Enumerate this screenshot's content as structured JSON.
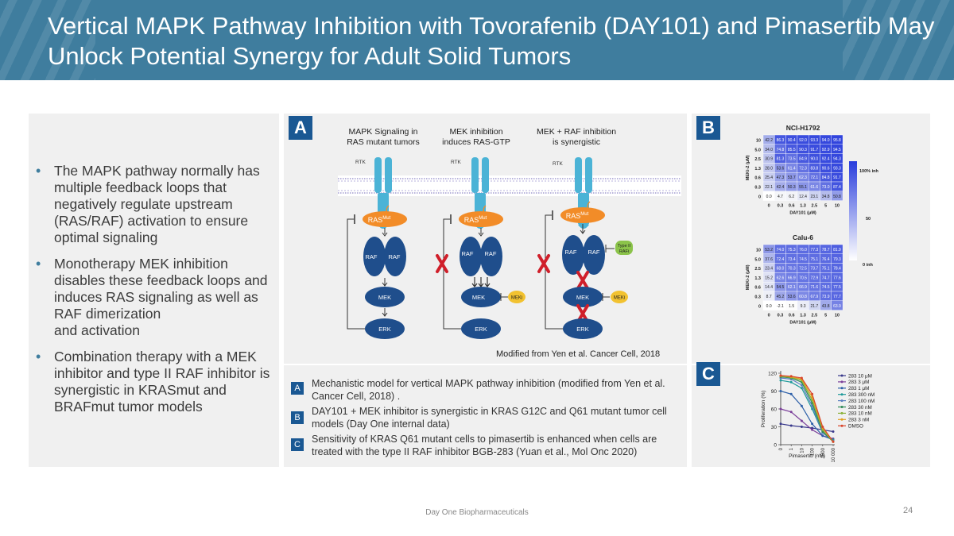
{
  "title": "Vertical MAPK Pathway Inhibition with Tovorafenib (DAY101) and Pimasertib May Unlock Potential Synergy for Adult Solid Tumors",
  "bullets": [
    "The MAPK pathway normally has multiple feedback loops that negatively regulate upstream (RAS/RAF) activation to ensure optimal signaling",
    "Monotherapy MEK inhibition disables these feedback loops and induces RAS signaling as well as RAF dimerization\nand activation",
    "Combination therapy with a MEK inhibitor and type II RAF inhibitor is synergistic in KRASmut and BRAFmut tumor models"
  ],
  "panel_a": {
    "badge": "A",
    "columns": [
      {
        "line1": "MAPK Signaling  in",
        "line2": "RAS mutant tumors"
      },
      {
        "line1": "MEK inhibition",
        "line2": "induces  RAS-GTP"
      },
      {
        "line1": "MEK + RAF inhibition",
        "line2": "is synergistic"
      }
    ],
    "labels": {
      "rtk": "RTK",
      "ras": "RAS",
      "ras_sup": "Mut",
      "raf": "RAF",
      "mek": "MEK",
      "erk": "ERK",
      "meki": "MEKi",
      "type2_line1": "Type II",
      "type2_line2": "RAFi"
    },
    "credit": "Modified from Yen et al. Cancer Cell, 2018"
  },
  "panel_b": {
    "badge": "B",
    "ylabel": "MEKi-2 (μM)",
    "xlabel": "DAY101 (μM)",
    "x_ticks": [
      "0",
      "0.3",
      "0.6",
      "1.3",
      "2.5",
      "5",
      "10"
    ],
    "y_ticks": [
      "10",
      "5.0",
      "2.5",
      "1.3",
      "0.6",
      "0.3",
      "0"
    ],
    "legend": {
      "top": "100% inh",
      "mid": "50",
      "bottom": "0 inh"
    },
    "heatmaps": [
      {
        "title": "NCI-H1792",
        "rows": [
          [
            "42.2",
            "86.3",
            "90.4",
            "92.0",
            "93.3",
            "94.0",
            "95.8"
          ],
          [
            "34.0",
            "74.8",
            "85.5",
            "90.3",
            "91.7",
            "92.9",
            "94.5"
          ],
          [
            "30.9",
            "81.3",
            "73.5",
            "84.9",
            "90.0",
            "92.4",
            "94.3"
          ],
          [
            "28.0",
            "53.6",
            "61.4",
            "72.3",
            "83.8",
            "90.6",
            "93.3"
          ],
          [
            "25.4",
            "47.3",
            "53.7",
            "62.3",
            "72.1",
            "84.8",
            "91.7"
          ],
          [
            "22.1",
            "42.4",
            "50.3",
            "55.1",
            "61.6",
            "73.0",
            "87.4"
          ],
          [
            "0.0",
            "4.7",
            "6.2",
            "12.4",
            "23.1",
            "34.8",
            "50.8"
          ]
        ]
      },
      {
        "title": "Calu-6",
        "rows": [
          [
            "53.2",
            "74.0",
            "75.3",
            "76.0",
            "77.3",
            "78.7",
            "81.9"
          ],
          [
            "37.6",
            "72.4",
            "73.4",
            "74.5",
            "75.1",
            "76.4",
            "79.3"
          ],
          [
            "23.4",
            "68.0",
            "70.3",
            "72.5",
            "73.7",
            "75.1",
            "78.4"
          ],
          [
            "15.2",
            "62.6",
            "66.9",
            "70.5",
            "72.9",
            "74.7",
            "77.6"
          ],
          [
            "14.4",
            "54.5",
            "62.1",
            "66.9",
            "71.6",
            "74.5",
            "77.5"
          ],
          [
            "8.7",
            "45.2",
            "53.6",
            "60.8",
            "67.9",
            "73.9",
            "77.7"
          ],
          [
            "0.0",
            "-2.1",
            "1.5",
            "9.3",
            "21.7",
            "43.8",
            "63.9"
          ]
        ]
      }
    ]
  },
  "captions": [
    {
      "badge": "A",
      "text": "Mechanistic model for vertical MAPK pathway inhibition (modified from Yen et al. Cancer Cell, 2018) ."
    },
    {
      "badge": "B",
      "text": "DAY101 + MEK inhibitor is synergistic in KRAS G12C and Q61 mutant tumor cell models (Day One internal data)"
    },
    {
      "badge": "C",
      "text": "Sensitivity of KRAS Q61 mutant cells to pimasertib is  enhanced when cells are treated with the type II RAF inhibitor BGB-283 (Yuan et al., Mol Onc 2020)"
    }
  ],
  "chart_data": {
    "type": "line",
    "title": "",
    "xlabel": "Pimasertib (nM)",
    "ylabel": "Proliferation (%)",
    "x": [
      "0",
      "1",
      "10",
      "100",
      "1000",
      "10 000"
    ],
    "ylim": [
      0,
      120
    ],
    "y_ticks": [
      "0",
      "30",
      "60",
      "90",
      "120"
    ],
    "series": [
      {
        "name": "283 10 μM",
        "color": "#3a3a8c",
        "values": [
          35,
          32,
          30,
          28,
          25,
          22
        ]
      },
      {
        "name": "283 3 μM",
        "color": "#7b3f9a",
        "values": [
          60,
          55,
          40,
          25,
          15,
          10
        ]
      },
      {
        "name": "283 1 μM",
        "color": "#2c5fa8",
        "values": [
          90,
          85,
          65,
          35,
          15,
          8
        ]
      },
      {
        "name": "283 300 nM",
        "color": "#1f9a9a",
        "values": [
          108,
          105,
          95,
          60,
          20,
          8
        ]
      },
      {
        "name": "283 100 nM",
        "color": "#5a7fc0",
        "values": [
          112,
          110,
          100,
          65,
          20,
          6
        ]
      },
      {
        "name": "283 30 nM",
        "color": "#2e8b57",
        "values": [
          114,
          112,
          105,
          70,
          22,
          5
        ]
      },
      {
        "name": "283 10 nM",
        "color": "#8ab23a",
        "values": [
          115,
          113,
          108,
          75,
          25,
          5
        ]
      },
      {
        "name": "283 3 nM",
        "color": "#e0a020",
        "values": [
          116,
          114,
          110,
          80,
          28,
          5
        ]
      },
      {
        "name": "DMSO",
        "color": "#d9452b",
        "values": [
          116,
          115,
          112,
          85,
          30,
          5
        ]
      }
    ]
  },
  "footer": "Day One Biopharmaceuticals",
  "page_number": "24",
  "colors": {
    "header": "#3f7d9e",
    "badge": "#1a5893",
    "receptor": "#4bb3d6",
    "ras": "#f28c28",
    "kinase": "#1f4e8c",
    "inhibit": "#d01f2a"
  }
}
